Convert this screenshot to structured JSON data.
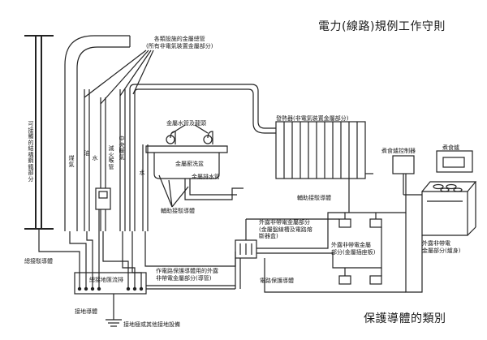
{
  "title_top": "電力(線路)規例工作守則",
  "title_bottom": "保護導體的類別",
  "labels": {
    "pipes_main": "各類設施的金屬總管",
    "pipes_main_sub": "(所有非電氣裝置金屬部分)",
    "tap": "金屬水管及龍頭",
    "sink": "金屬廚洗盆",
    "drain": "金屬排水管",
    "aux_conductor": "輔助接駁導體",
    "radiator": "發熱器(非電氣裝置金屬部分)",
    "radiator_aux": "輔助接駁導體",
    "cooker_ctrl": "煮食爐控制器",
    "cooker": "煮食爐",
    "ext_metal_1": "外露非帶電金屬部分",
    "ext_metal_1_sub": "(金屬盤線槽及電路熔斷器盒)",
    "ext_metal_2": "外露非帶電金屬",
    "ext_metal_2_sub": "部分(金屬插座板)",
    "ext_metal_3": "外露非帶電",
    "ext_metal_3_sub": "金屬部分(爐身)",
    "main_bonding": "總接駁導體",
    "conduit_note": "作電路保護導體用的外露",
    "conduit_note_sub": "非帶電金屬部分(導管)",
    "circuit_protective": "電路保護導體",
    "terminal": "總接地匯流排",
    "earth_conductor": "接地導體",
    "earth_electrode": "接地極或其他接地設備",
    "structural_steel": "可接觸的結構鋼鐵部分",
    "gas": "煤氣",
    "oil": "油",
    "water": "水",
    "central_heating": "中央暖氣",
    "fire": "滅火喉管",
    "water2": "水"
  }
}
